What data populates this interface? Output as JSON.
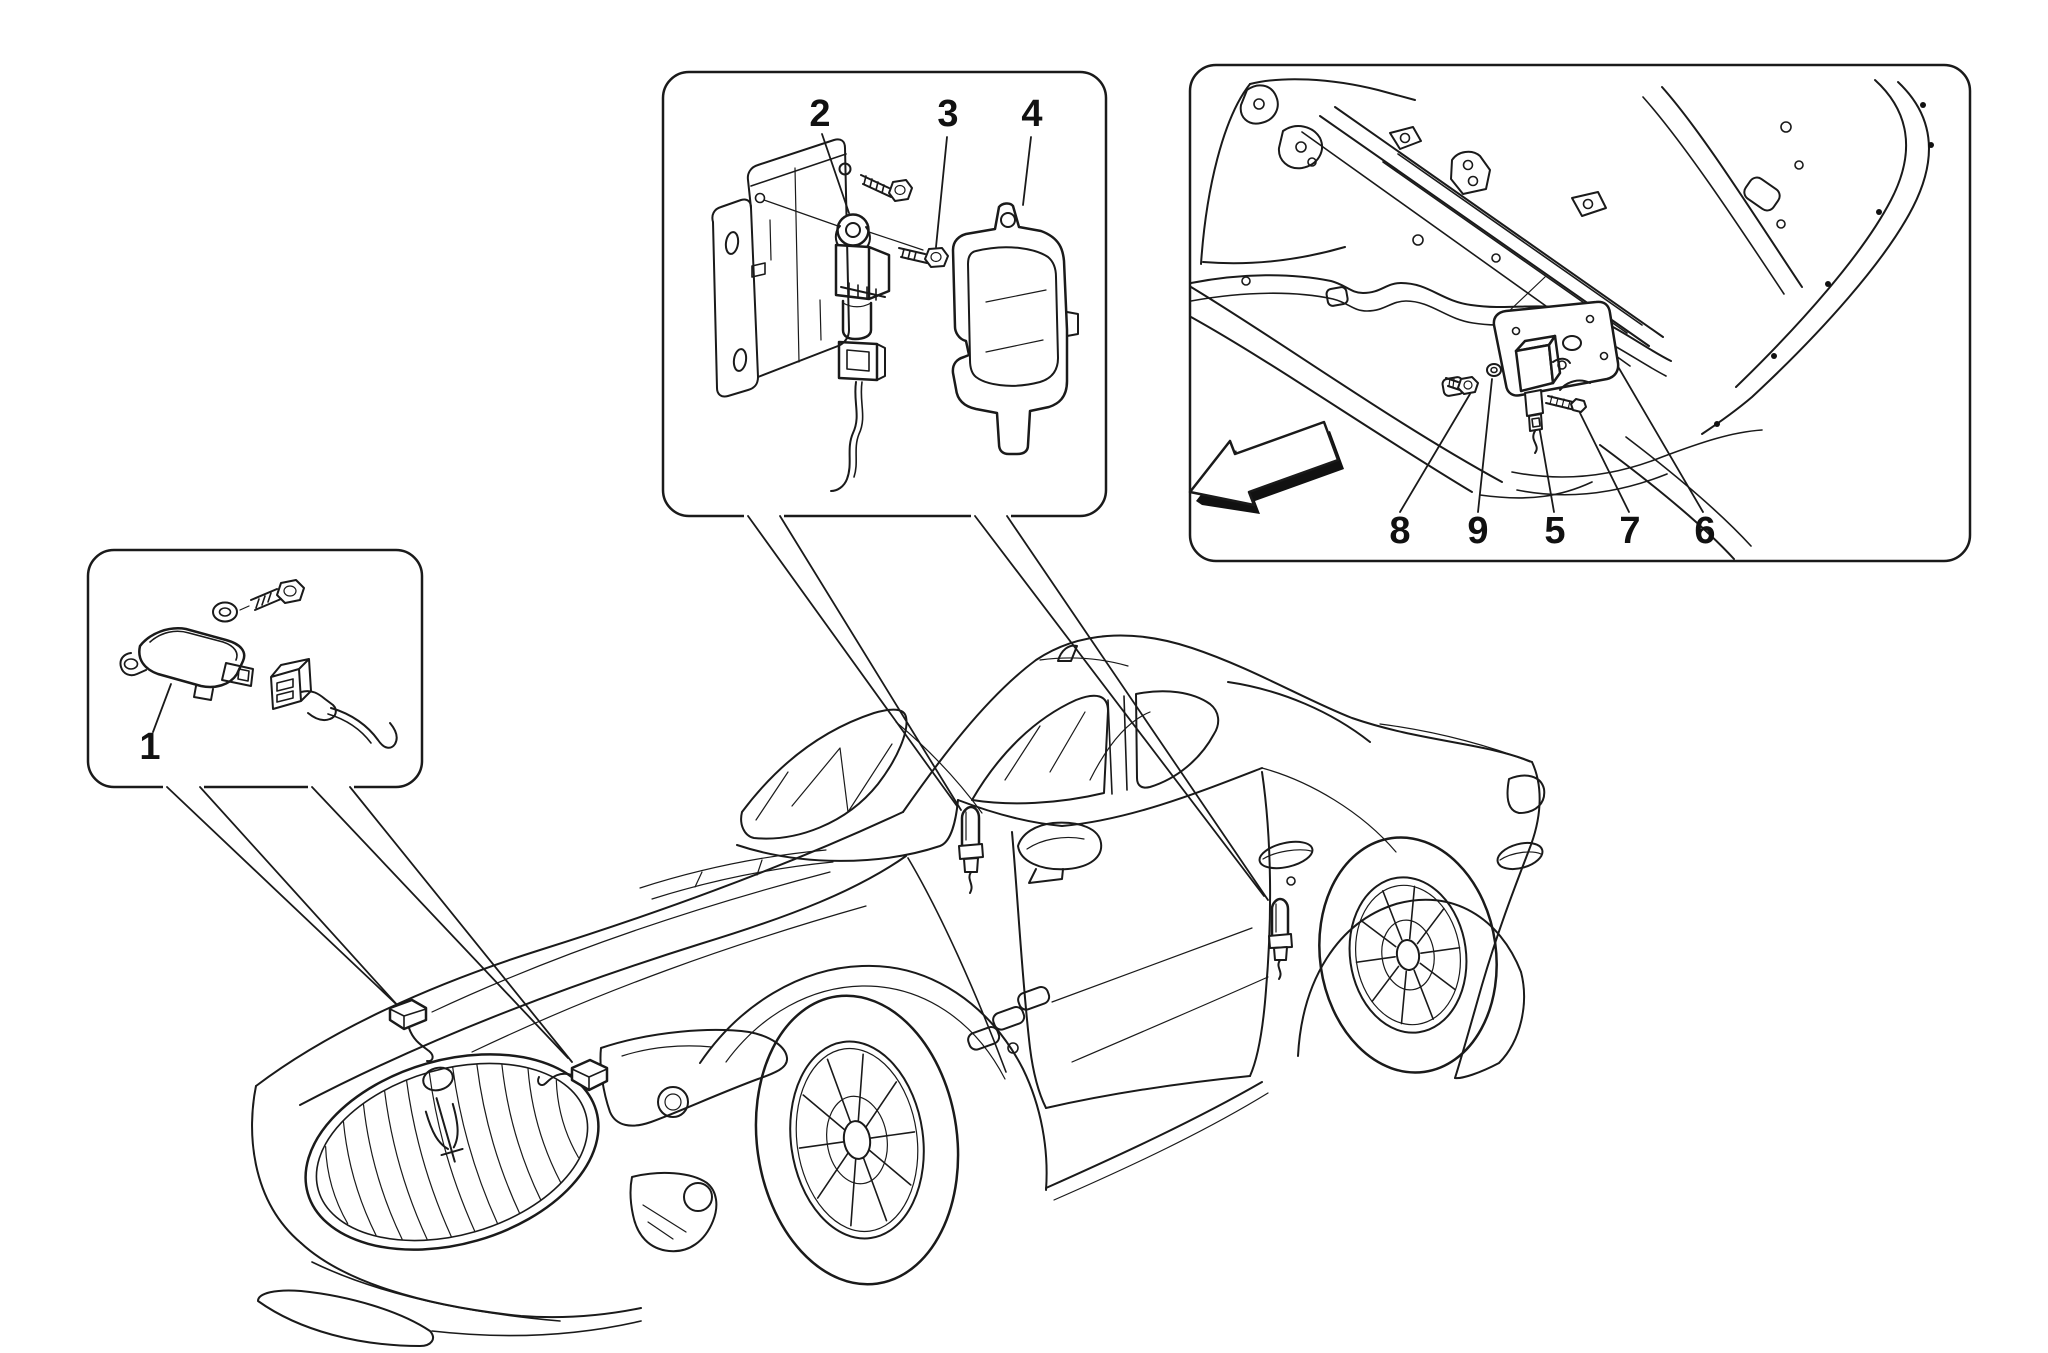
{
  "figure": {
    "kind": "technical-parts-diagram",
    "subject": "Crash sensors locations on car with exploded callout views",
    "background_color": "#ffffff",
    "line_color": "#1a1a1a"
  },
  "icons": {
    "direction_arrow": "block-arrow-pointing-left"
  },
  "labels": {
    "n1": {
      "text": "1"
    },
    "n2": {
      "text": "2"
    },
    "n3": {
      "text": "3"
    },
    "n4": {
      "text": "4"
    },
    "n5": {
      "text": "5"
    },
    "n6": {
      "text": "6"
    },
    "n7": {
      "text": "7"
    },
    "n8": {
      "text": "8"
    },
    "n9": {
      "text": "9"
    }
  }
}
